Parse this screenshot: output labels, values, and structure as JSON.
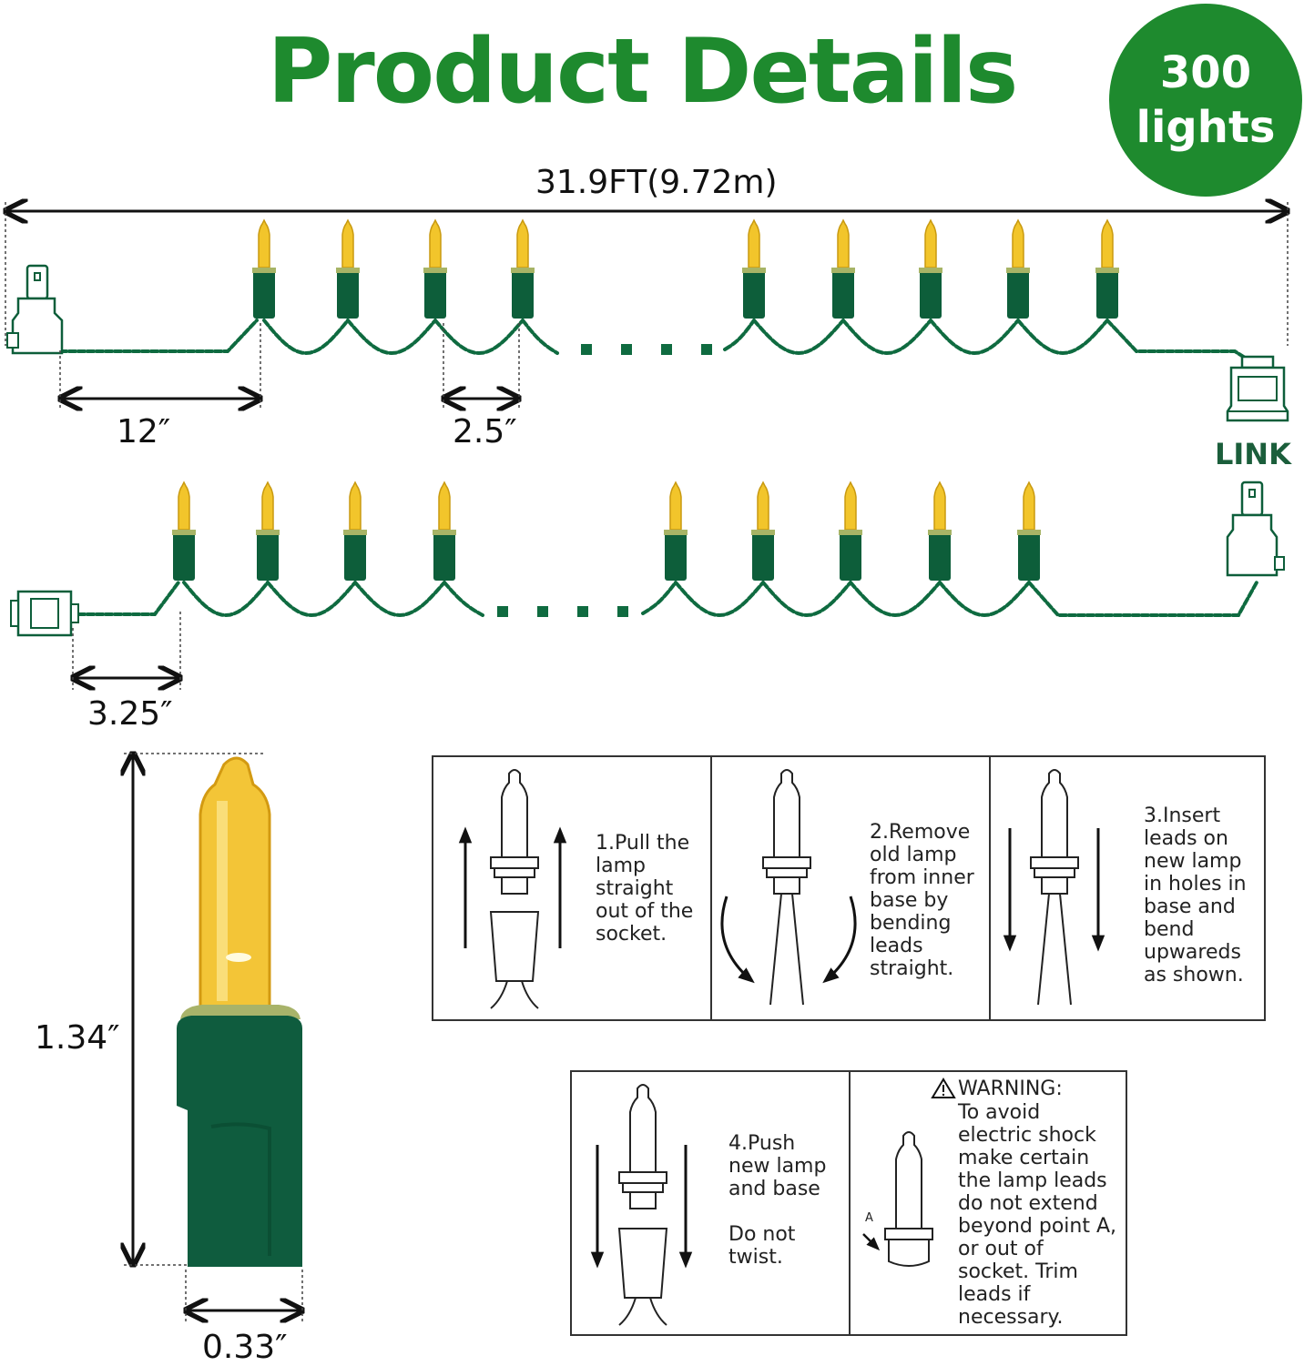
{
  "colors": {
    "title_green": "#1e8a2e",
    "badge_green": "#1e8a2e",
    "wire_green": "#0f6b40",
    "socket_green": "#0d5e3a",
    "bulb_yellow": "#f2c52b",
    "link_green": "#1b5e3b"
  },
  "header": {
    "title": "Product Details",
    "badge_count": "300",
    "badge_unit": "lights"
  },
  "dimensions": {
    "total_length": "31.9FT(9.72m)",
    "lead_length": "12″",
    "bulb_spacing": "2.5″",
    "end_lead": "3.25″",
    "bulb_height": "1.34″",
    "bulb_width": "0.33″"
  },
  "link_label": "LINK",
  "icons": [
    "plug-icon",
    "end-connector-icon",
    "female-socket-icon",
    "bulb-icon",
    "warning-icon",
    "arrow-up-icon",
    "arrow-down-icon"
  ],
  "instructions": [
    {
      "text": "1.Pull the\nlamp\nstraight\nout of the\nsocket."
    },
    {
      "text": "2.Remove\nold lamp\nfrom inner\nbase by\nbending\nleads\nstraight."
    },
    {
      "text": "3.Insert\nleads on\nnew lamp\nin holes in\nbase and\nbend\nupwareds\nas shown."
    },
    {
      "text": "4.Push\nnew lamp\nand base\n\nDo not\ntwist."
    }
  ],
  "warning": {
    "heading": "WARNING:",
    "text": "To avoid\nelectric shock\nmake certain\nthe lamp leads\ndo not extend\nbeyond point A,\nor out of\nsocket. Trim\nleads if\nnecessary.",
    "point_label": "A"
  }
}
